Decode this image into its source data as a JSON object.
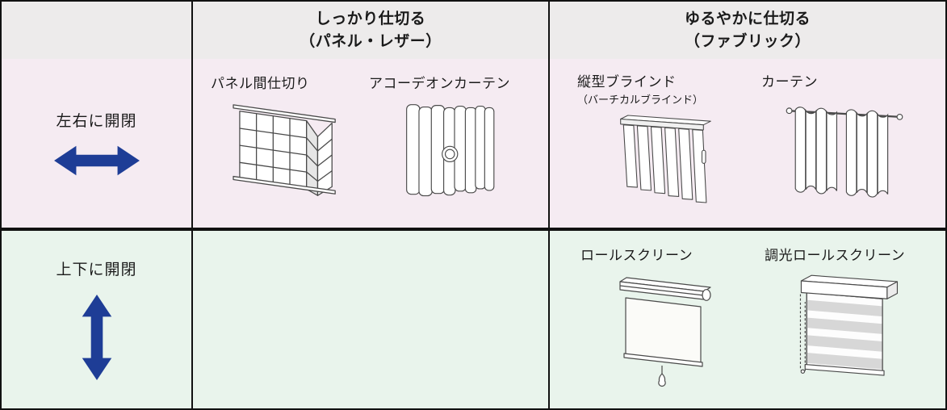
{
  "header": {
    "col2": {
      "line1": "しっかり仕切る",
      "line2": "（パネル・レザー）"
    },
    "col3": {
      "line1": "ゆるやかに仕切る",
      "line2": "（ファブリック）"
    }
  },
  "rows": [
    {
      "label": "左右に開閉",
      "arrow_icon": "horizontal-double-arrow",
      "firm_items": [
        {
          "label": "パネル間仕切り",
          "illustration": "panel-partition"
        },
        {
          "label": "アコーデオンカーテン",
          "illustration": "accordion-curtain"
        }
      ],
      "soft_items": [
        {
          "label": "縦型ブラインド",
          "sublabel": "（バーチカルブラインド）",
          "illustration": "vertical-blind"
        },
        {
          "label": "カーテン",
          "illustration": "curtain"
        }
      ]
    },
    {
      "label": "上下に開閉",
      "arrow_icon": "vertical-double-arrow",
      "firm_items": [],
      "soft_items": [
        {
          "label": "ロールスクリーン",
          "illustration": "roll-screen"
        },
        {
          "label": "調光ロールスクリーン",
          "illustration": "dimming-roll-screen"
        }
      ]
    }
  ],
  "colors": {
    "header_bg": "#edebeb",
    "row1_bg": "#f5ebf2",
    "row2_bg": "#e9f4ec",
    "arrow_blue": "#1e3d96",
    "border": "#111111",
    "line_gray": "#4a4a4a"
  }
}
